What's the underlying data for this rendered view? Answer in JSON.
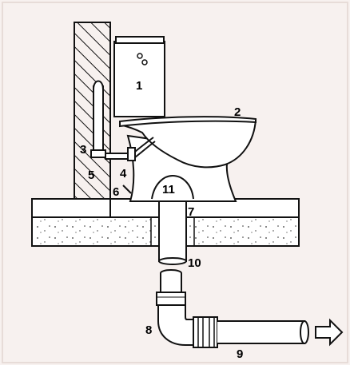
{
  "diagram": {
    "labels": [
      "1",
      "2",
      "3",
      "4",
      "5",
      "6",
      "7",
      "8",
      "9",
      "10",
      "11"
    ]
  },
  "colors": {
    "line": "#111111",
    "background": "#f7f1ef",
    "fill": "#ffffff"
  }
}
